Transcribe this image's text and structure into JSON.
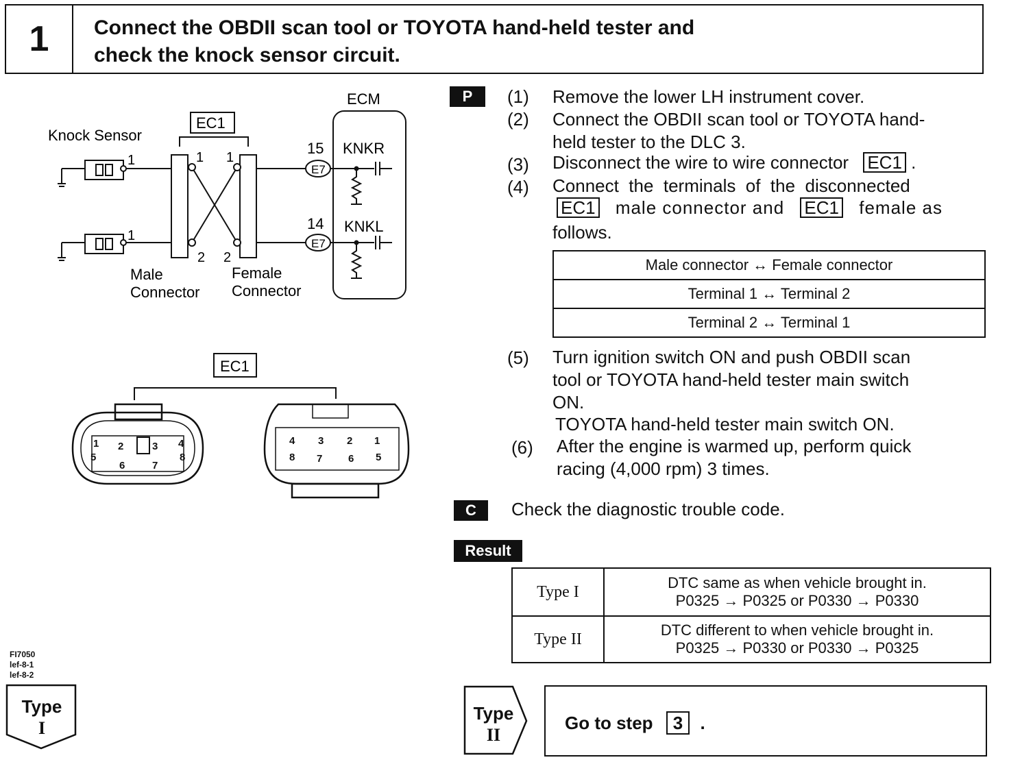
{
  "header": {
    "step_number": "1",
    "title_line1": "Connect the OBDII scan tool or TOYOTA hand-held tester and",
    "title_line2": "check the knock sensor circuit."
  },
  "diagram": {
    "ecm_label": "ECM",
    "connector_label": "EC1",
    "knock_sensor_label": "Knock Sensor",
    "male_connector_label_1": "Male",
    "male_connector_label_2": "Connector",
    "female_connector_label_1": "Female",
    "female_connector_label_2": "Connector",
    "pin_15": "15",
    "pin_14": "14",
    "ecm_connector": "E7",
    "knkr": "KNKR",
    "knkl": "KNKL",
    "terminal_1": "1",
    "terminal_2": "2",
    "connector_view_label": "EC1",
    "male_pins": [
      "1",
      "2",
      "3",
      "4",
      "5",
      "6",
      "7",
      "8"
    ],
    "female_pins": [
      "4",
      "3",
      "2",
      "1",
      "8",
      "7",
      "6",
      "5"
    ]
  },
  "procedure": {
    "p_tag": "P",
    "steps": [
      {
        "num": "(1)",
        "text": "Remove the lower LH instrument cover."
      },
      {
        "num": "(2)",
        "text": "Connect the OBDII scan tool or TOYOTA hand-",
        "cont": "held tester to the DLC 3."
      },
      {
        "num": "(3)",
        "text": "Disconnect the wire to wire connector",
        "box": "EC1",
        "tail": "."
      },
      {
        "num": "(4)",
        "text": "Connect  the  terminals  of  the  disconnected",
        "box1": "EC1",
        "mid": "male connector and",
        "box2": "EC1",
        "tail": "female as",
        "cont": "follows."
      },
      {
        "num": "(5)",
        "text": "Turn ignition switch ON and push OBDII scan",
        "cont1": "tool or TOYOTA hand-held tester main switch",
        "cont2": "ON.",
        "cont3": "TOYOTA hand-held tester main switch ON."
      },
      {
        "num": "(6)",
        "text": "After the engine is warmed up, perform quick",
        "cont": "racing (4,000 rpm) 3 times."
      }
    ],
    "connect_table": {
      "header": "Male connector ↔ Female connector",
      "rows": [
        "Terminal 1 ↔ Terminal 2",
        "Terminal 2 ↔ Terminal 1"
      ]
    }
  },
  "check": {
    "c_tag": "C",
    "text": "Check the diagnostic trouble code."
  },
  "result": {
    "label": "Result",
    "rows": [
      {
        "type": "Type I",
        "line1": "DTC same as when vehicle brought in.",
        "line2": "P0325 → P0325 or P0330 → P0330"
      },
      {
        "type": "Type II",
        "line1": "DTC different to when vehicle brought in.",
        "line2": "P0325 → P0330 or P0330 → P0325"
      }
    ]
  },
  "footer": {
    "codes": [
      "FI7050",
      "lef-8-1",
      "lef-8-2"
    ],
    "type_i_word": "Type",
    "type_i_num": "I",
    "type_ii_word": "Type",
    "type_ii_num": "II",
    "goto_text": "Go to step",
    "goto_step": "3",
    "goto_tail": "."
  }
}
